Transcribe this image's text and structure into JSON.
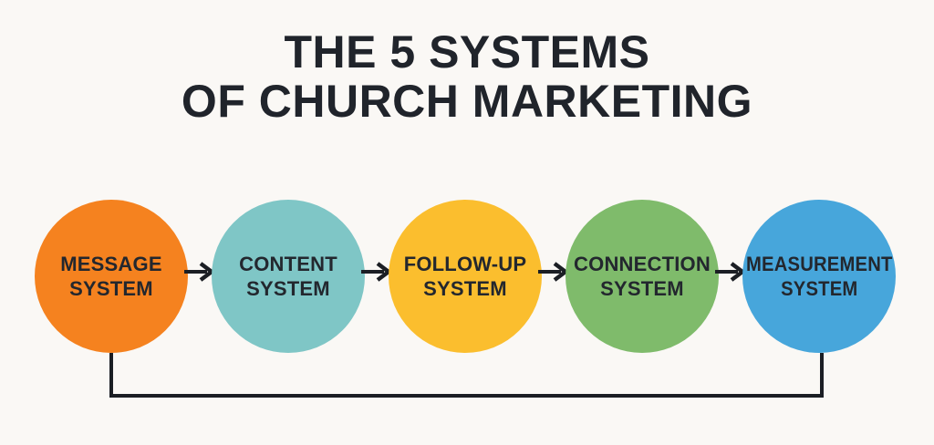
{
  "title": {
    "line1": "THE 5 SYSTEMS",
    "line2": "OF CHURCH MARKETING"
  },
  "systems": [
    {
      "id": "message",
      "line1": "MESSAGE",
      "line2": "SYSTEM",
      "color": "#F5821F"
    },
    {
      "id": "content",
      "line1": "CONTENT",
      "line2": "SYSTEM",
      "color": "#7FC6C6"
    },
    {
      "id": "follow-up",
      "line1": "FOLLOW-UP",
      "line2": "SYSTEM",
      "color": "#FBBE2E"
    },
    {
      "id": "connection",
      "line1": "CONNECTION",
      "line2": "SYSTEM",
      "color": "#7FBB6B"
    },
    {
      "id": "measurement",
      "line1": "MEASUREMENT",
      "line2": "SYSTEM",
      "color": "#47A6DB"
    }
  ],
  "connectors": {
    "arrow_icon": "arrow-right-icon",
    "arrow_count": 4,
    "arrow_color": "#1B1E24",
    "feedback_loop": "measurement-to-message"
  },
  "colors": {
    "background": "#FAF8F5",
    "title_text": "#20242B",
    "label_text": "#23272E",
    "line": "#1B1E24"
  }
}
